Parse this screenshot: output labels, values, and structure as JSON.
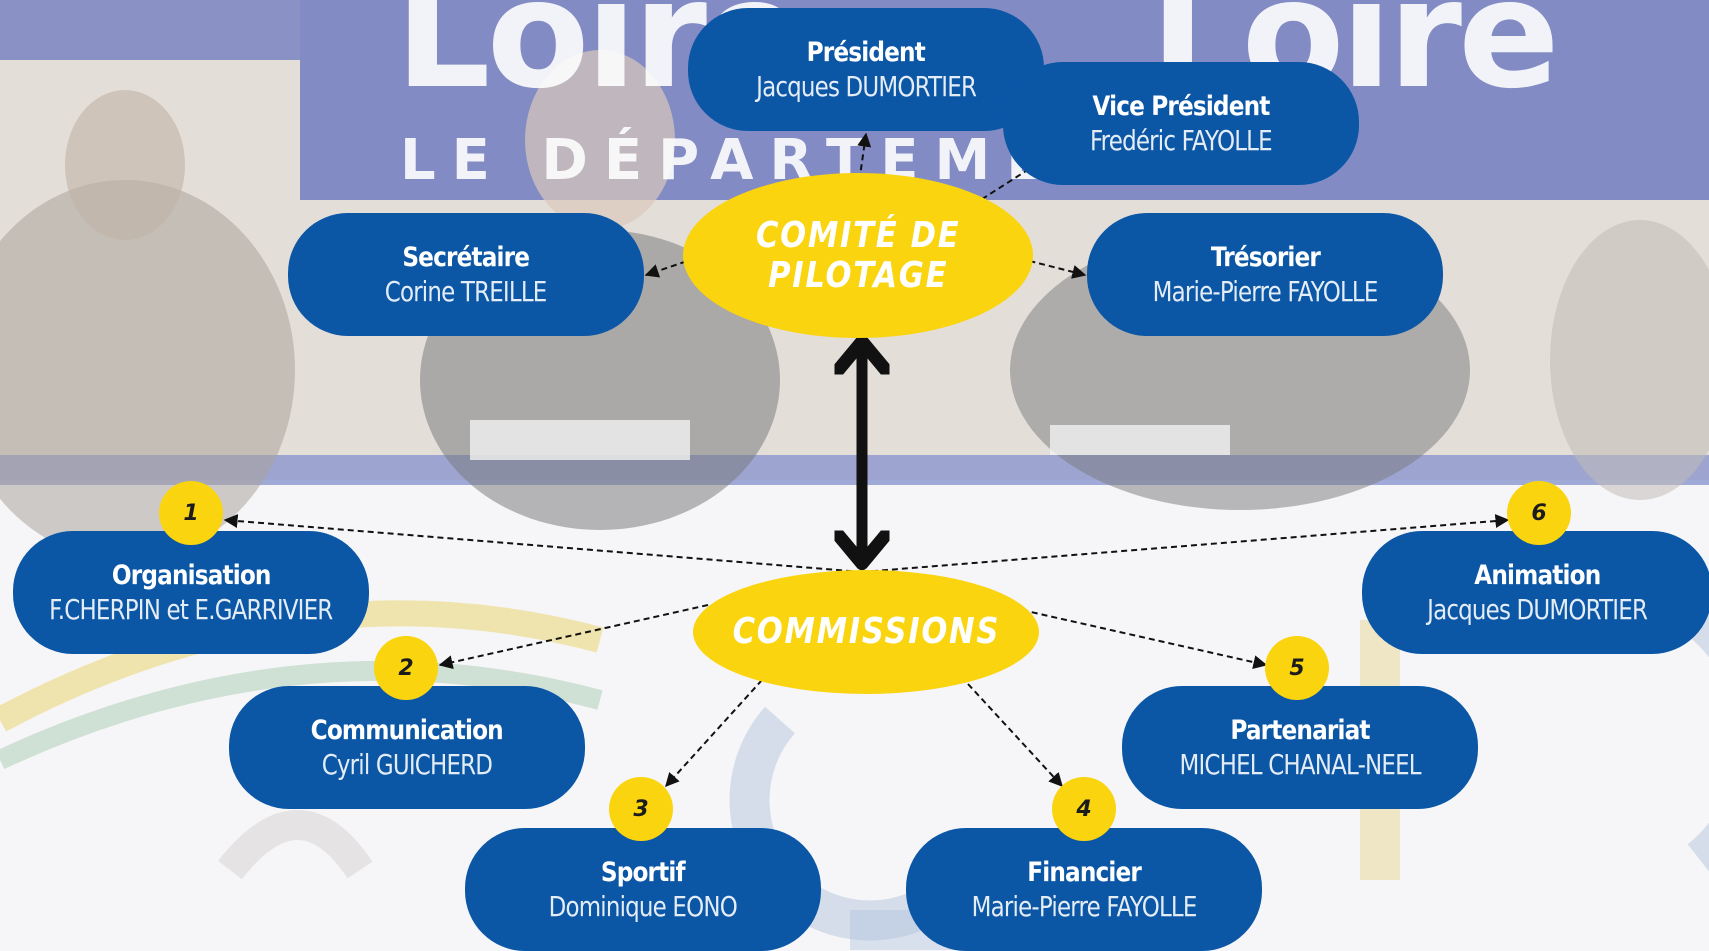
{
  "background": {
    "banner_words": [
      "Loire",
      "Loire"
    ],
    "banner_subtitle": "LE DÉPARTEMENT",
    "banner_color": "#3f4fa8",
    "wall_color": "#d7cfc6",
    "floor_banner_color": "#f3f3f5"
  },
  "colors": {
    "pill": "#0b57a6",
    "hub": "#f9d40f",
    "badge_text": "#1c1c1c"
  },
  "steering": {
    "hub_label": "COMITÉ DE\nPILOTAGE",
    "president": {
      "role": "Président",
      "name": "Jacques DUMORTIER"
    },
    "vice_president": {
      "role": "Vice Président",
      "name": "Fredéric FAYOLLE"
    },
    "secretary": {
      "role": "Secrétaire",
      "name": "Corine TREILLE"
    },
    "treasurer": {
      "role": "Trésorier",
      "name": "Marie-Pierre FAYOLLE"
    }
  },
  "commissions": {
    "hub_label": "COMMISSIONS",
    "items": [
      {
        "number": "1",
        "title": "Organisation",
        "name": "F.CHERPIN et  E.GARRIVIER"
      },
      {
        "number": "2",
        "title": "Communication",
        "name": "Cyril GUICHERD"
      },
      {
        "number": "3",
        "title": "Sportif",
        "name": "Dominique EONO"
      },
      {
        "number": "4",
        "title": "Financier",
        "name": "Marie-Pierre FAYOLLE"
      },
      {
        "number": "5",
        "title": "Partenariat",
        "name": "MICHEL CHANAL-NEEL"
      },
      {
        "number": "6",
        "title": "Animation",
        "name": "Jacques DUMORTIER"
      }
    ]
  }
}
